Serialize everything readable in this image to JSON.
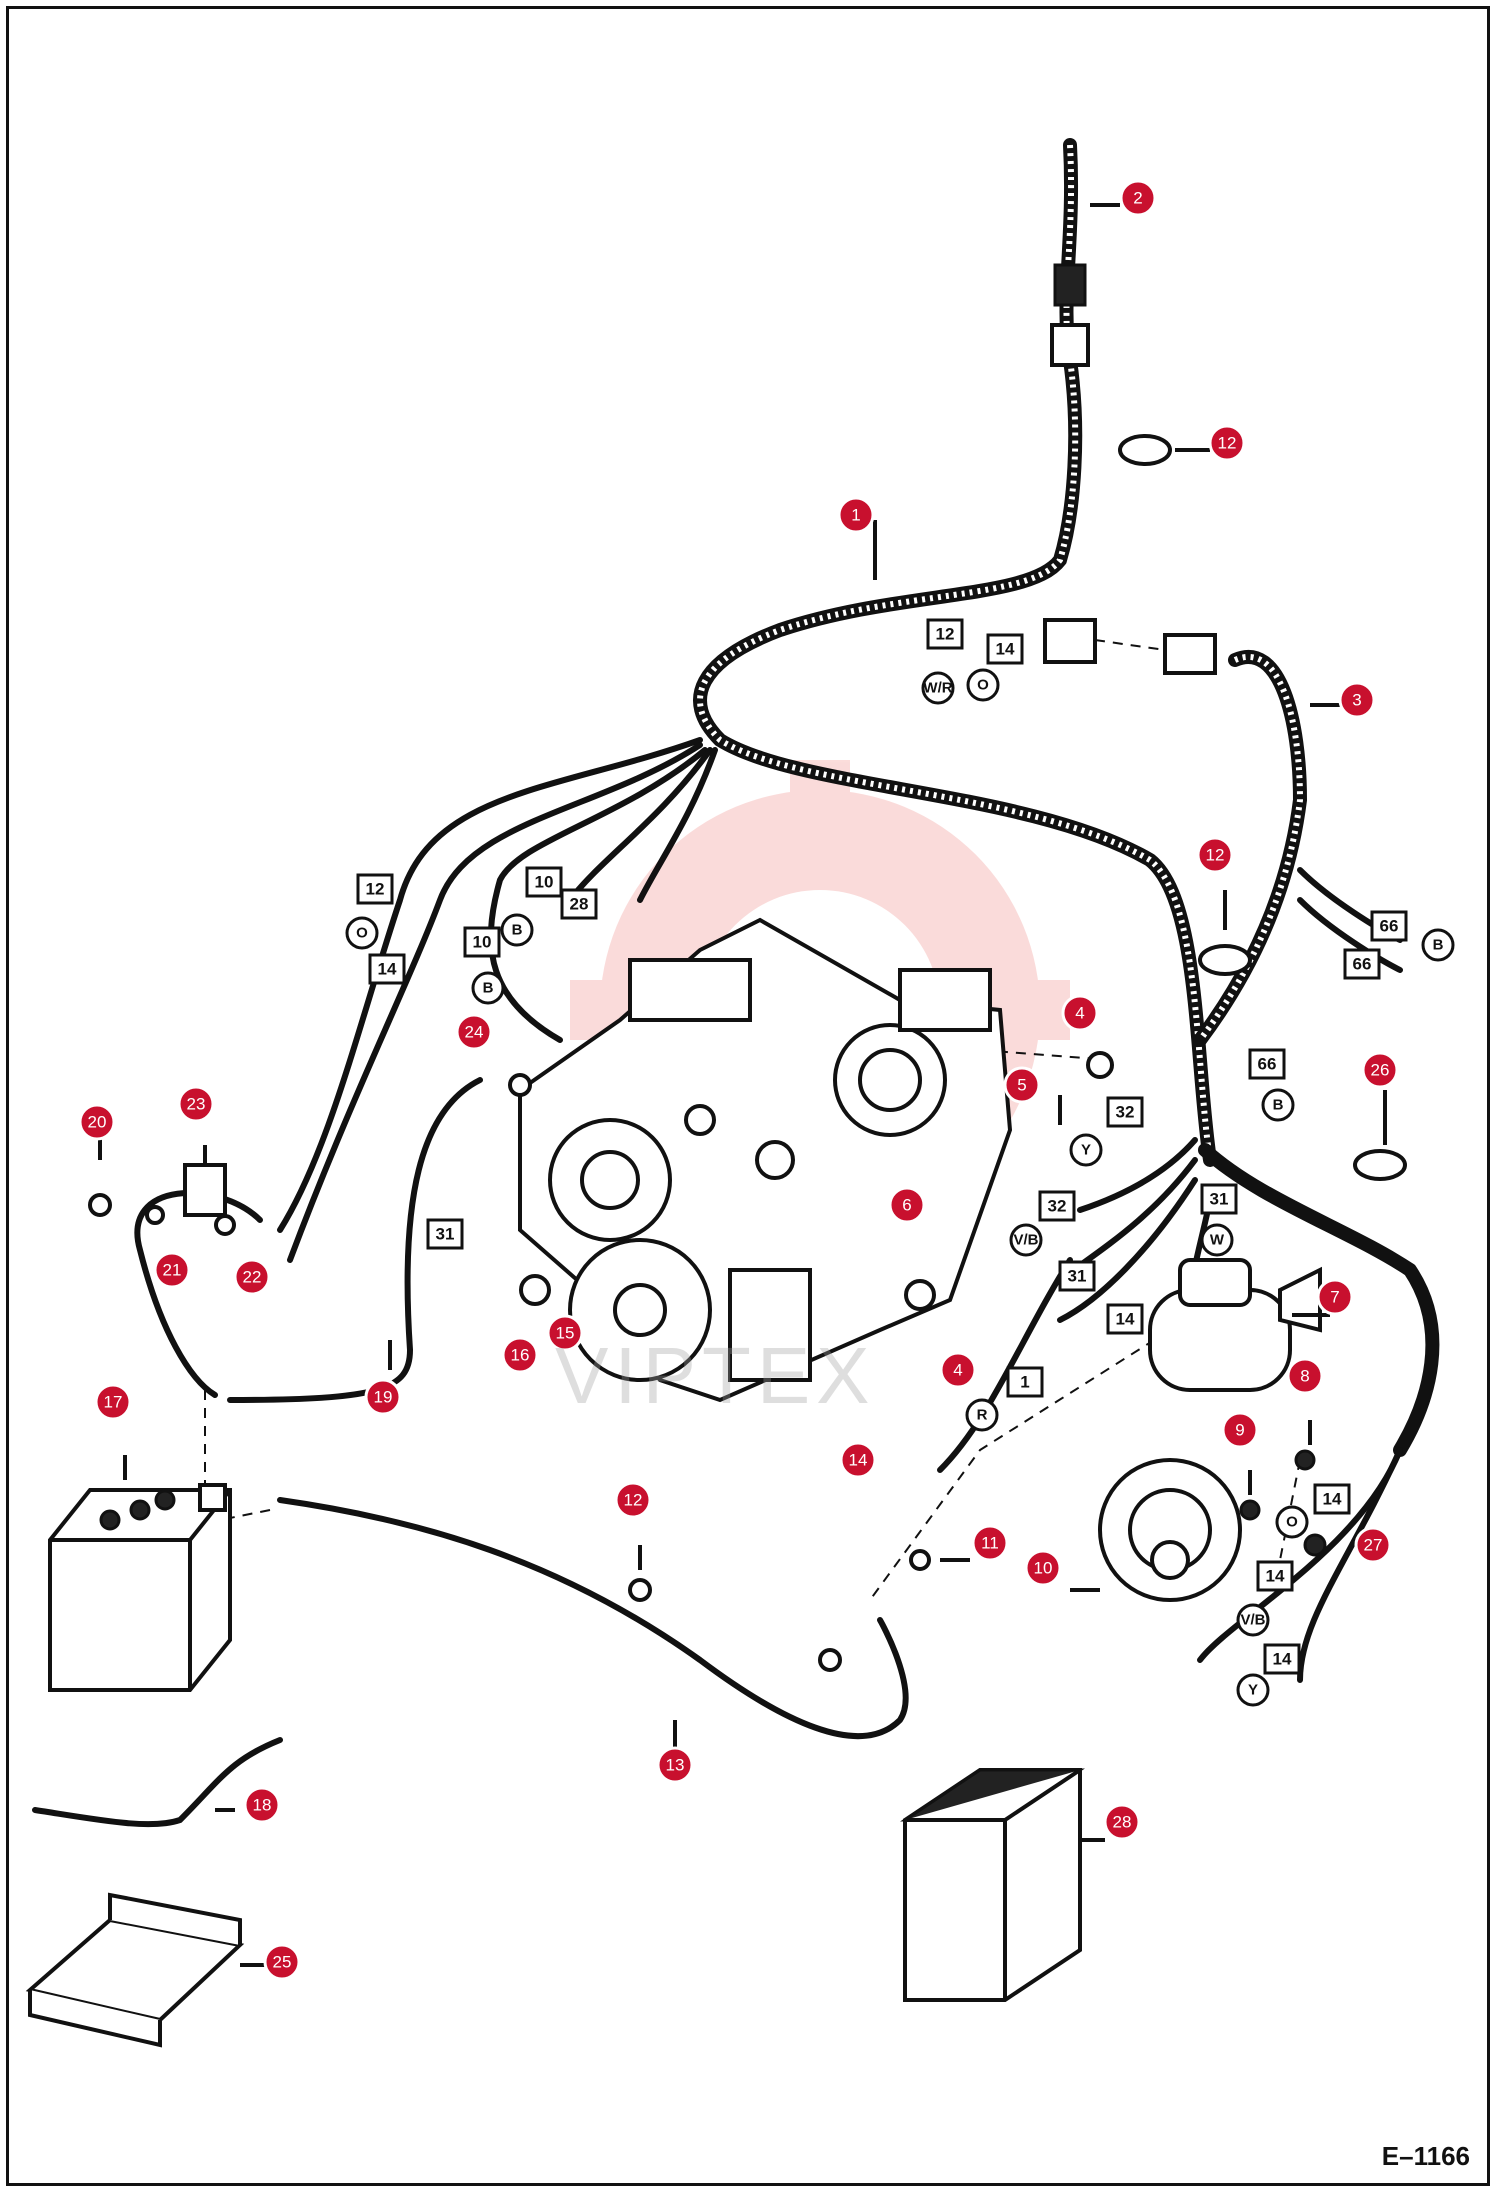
{
  "drawing_code": "E–1166",
  "watermark": {
    "text": "VIPTEX",
    "color": "#e8403a"
  },
  "colors": {
    "callout": "#c8102e",
    "line": "#111111",
    "background": "#ffffff"
  },
  "callouts": [
    {
      "id": "c1",
      "label": "1"
    },
    {
      "id": "c2",
      "label": "2"
    },
    {
      "id": "c3",
      "label": "3"
    },
    {
      "id": "c4a",
      "label": "4"
    },
    {
      "id": "c4b",
      "label": "4"
    },
    {
      "id": "c5",
      "label": "5"
    },
    {
      "id": "c6",
      "label": "6"
    },
    {
      "id": "c7",
      "label": "7"
    },
    {
      "id": "c8",
      "label": "8"
    },
    {
      "id": "c9",
      "label": "9"
    },
    {
      "id": "c10",
      "label": "10"
    },
    {
      "id": "c11",
      "label": "11"
    },
    {
      "id": "c12a",
      "label": "12"
    },
    {
      "id": "c12b",
      "label": "12"
    },
    {
      "id": "c12c",
      "label": "12"
    },
    {
      "id": "c13",
      "label": "13"
    },
    {
      "id": "c14",
      "label": "14"
    },
    {
      "id": "c15",
      "label": "15"
    },
    {
      "id": "c16",
      "label": "16"
    },
    {
      "id": "c17",
      "label": "17"
    },
    {
      "id": "c18",
      "label": "18"
    },
    {
      "id": "c19",
      "label": "19"
    },
    {
      "id": "c20",
      "label": "20"
    },
    {
      "id": "c21",
      "label": "21"
    },
    {
      "id": "c22",
      "label": "22"
    },
    {
      "id": "c23",
      "label": "23"
    },
    {
      "id": "c24",
      "label": "24"
    },
    {
      "id": "c25",
      "label": "25"
    },
    {
      "id": "c26",
      "label": "26"
    },
    {
      "id": "c27",
      "label": "27"
    },
    {
      "id": "c28",
      "label": "28"
    }
  ],
  "wire_tags": [
    {
      "id": "t12a",
      "label": "12"
    },
    {
      "id": "t14a",
      "label": "14"
    },
    {
      "id": "t12b",
      "label": "12"
    },
    {
      "id": "t14b",
      "label": "14"
    },
    {
      "id": "t10a",
      "label": "10"
    },
    {
      "id": "t10b",
      "label": "10"
    },
    {
      "id": "t28",
      "label": "28"
    },
    {
      "id": "t66a",
      "label": "66"
    },
    {
      "id": "t66b",
      "label": "66"
    },
    {
      "id": "t66c",
      "label": "66"
    },
    {
      "id": "t32a",
      "label": "32"
    },
    {
      "id": "t32b",
      "label": "32"
    },
    {
      "id": "t31a",
      "label": "31"
    },
    {
      "id": "t31b",
      "label": "31"
    },
    {
      "id": "t31c",
      "label": "31"
    },
    {
      "id": "t14c",
      "label": "14"
    },
    {
      "id": "t1",
      "label": "1"
    },
    {
      "id": "t14d",
      "label": "14"
    },
    {
      "id": "t14e",
      "label": "14"
    },
    {
      "id": "t14f",
      "label": "14"
    }
  ],
  "wire_colors": [
    {
      "id": "r_wr",
      "label": "W/R"
    },
    {
      "id": "r_o1",
      "label": "O"
    },
    {
      "id": "r_o2",
      "label": "O"
    },
    {
      "id": "r_b1",
      "label": "B"
    },
    {
      "id": "r_b2",
      "label": "B"
    },
    {
      "id": "r_b3",
      "label": "B"
    },
    {
      "id": "r_b4",
      "label": "B"
    },
    {
      "id": "r_y1",
      "label": "Y"
    },
    {
      "id": "r_vb1",
      "label": "V/B"
    },
    {
      "id": "r_w",
      "label": "W"
    },
    {
      "id": "r_r",
      "label": "R"
    },
    {
      "id": "r_o3",
      "label": "O"
    },
    {
      "id": "r_vb2",
      "label": "V/B"
    },
    {
      "id": "r_y2",
      "label": "Y"
    }
  ]
}
